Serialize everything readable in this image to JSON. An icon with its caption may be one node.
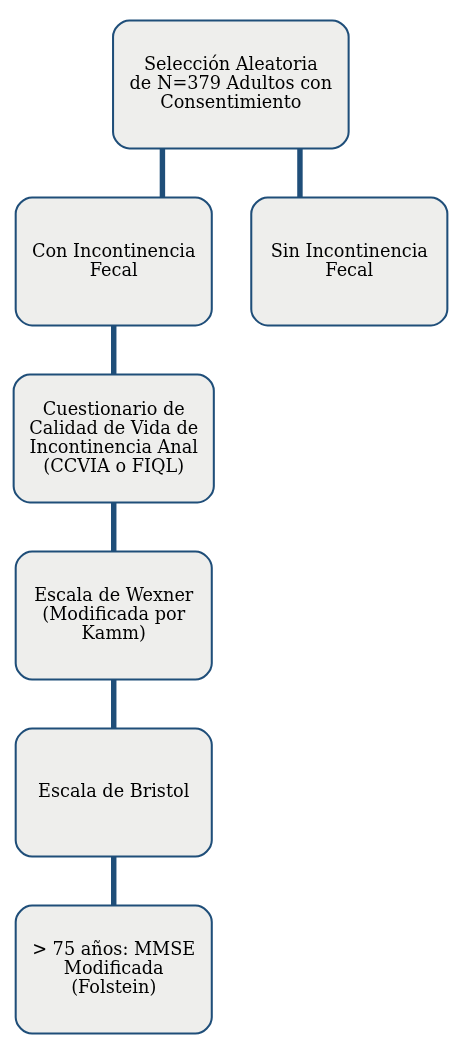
{
  "diagram": {
    "nodes": [
      {
        "text": [
          "Selección Aleatoria de N=379 Adultos con Consentimiento"
        ]
      },
      {
        "text": [
          "Con Incontinencia Fecal"
        ]
      },
      {
        "text": [
          "Sin Incontinencia Fecal"
        ]
      },
      {
        "text": [
          "Cuestionario de Calidad de Vida de Incontinencia Anal (CCVIA o FIQL)"
        ]
      },
      {
        "text": [
          "Escala de Wexner (Modificada por Kamm)"
        ]
      },
      {
        "text": [
          "Escala de Bristol"
        ]
      },
      {
        "text": [
          "> 75 años: MMSE Modificada (Folstein)"
        ]
      }
    ],
    "edges": [
      {
        "from": 0,
        "to": 1,
        "arrow": "none"
      },
      {
        "from": 0,
        "to": 2,
        "arrow": "none"
      },
      {
        "from": 1,
        "to": 3,
        "arrow": "none"
      },
      {
        "from": 3,
        "to": 4,
        "arrow": "none"
      },
      {
        "from": 4,
        "to": 5,
        "arrow": "none"
      },
      {
        "from": 5,
        "to": 6,
        "arrow": "none"
      }
    ]
  }
}
